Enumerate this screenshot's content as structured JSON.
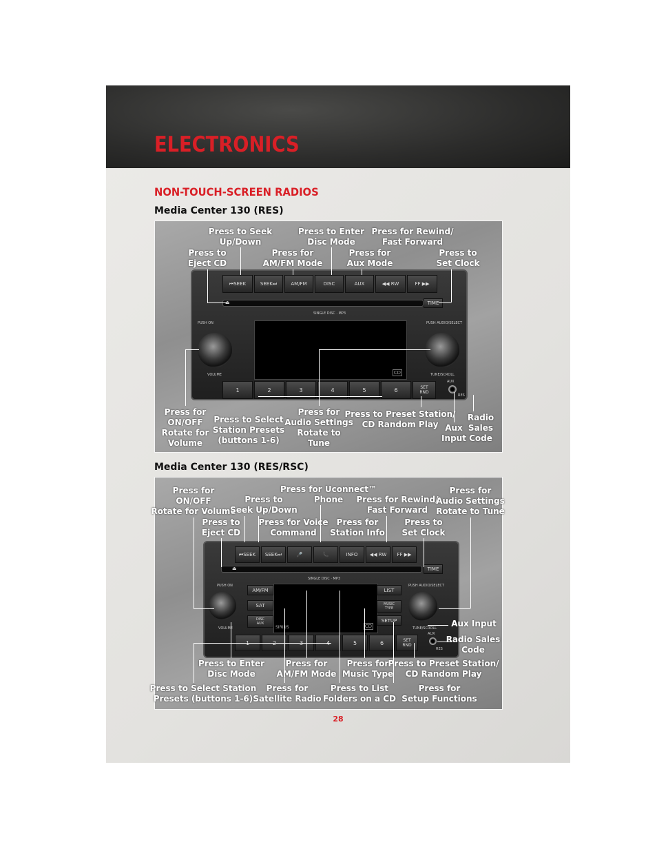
{
  "header": {
    "title": "ELECTRONICS"
  },
  "section_title": "NON-TOUCH-SCREEN RADIOS",
  "radio1": {
    "title": "Media Center 130 (RES)",
    "labels": {
      "seek": "Press to Seek\nUp/Down",
      "disc": "Press to Enter\nDisc Mode",
      "rewind": "Press for Rewind/\nFast Forward",
      "eject": "Press to\nEject CD",
      "amfm": "Press for\nAM/FM Mode",
      "aux_mode": "Press for\nAux Mode",
      "clock": "Press to\nSet Clock",
      "onoff": "Press for\nON/OFF\nRotate for\nVolume",
      "presets": "Press to Select\nStation Presets\n(buttons 1-6)",
      "audio": "Press for\nAudio Settings\nRotate to\nTune",
      "preset_station": "Press to Preset Station/\nCD Random Play",
      "aux_input": "Aux\nInput",
      "sales": "Radio\nSales\nCode"
    },
    "buttons": [
      "⏮SEEK",
      "SEEK⏭",
      "AM/FM",
      "DISC",
      "AUX",
      "◀◀ RW",
      "FF ▶▶"
    ],
    "presets": [
      "1",
      "2",
      "3",
      "4",
      "5",
      "6"
    ],
    "setrnd": "SET\nRND",
    "time": "TIME",
    "single_disc": "SINGLE DISC · MP3",
    "push_on": "PUSH ON",
    "volume": "VOLUME",
    "push_audio": "PUSH AUDIO/SELECT",
    "tune": "TUNE/SCROLL",
    "aux": "AUX",
    "res": "RES"
  },
  "radio2": {
    "title": "Media Center 130 (RES/RSC)",
    "labels": {
      "onoff": "Press for\nON/OFF\nRotate for Volume",
      "seek": "Press to\nSeek Up/Down",
      "uconnect": "Press for Uconnect™\nPhone",
      "rewind": "Press for Rewind/\nFast Forward",
      "audio": "Press for\nAudio Settings\nRotate to Tune",
      "eject": "Press to\nEject CD",
      "voice": "Press for Voice\nCommand",
      "info": "Press for\nStation Info",
      "clock": "Press to\nSet Clock",
      "aux_input": "Aux Input",
      "sales": "Radio Sales\nCode",
      "disc": "Press to Enter\nDisc Mode",
      "amfm": "Press for\nAM/FM Mode",
      "music": "Press for\nMusic Type",
      "preset_station": "Press to Preset Station/\nCD Random Play",
      "presets": "Press to Select Station\nPresets (buttons 1-6)",
      "satellite": "Press for\nSatellite Radio",
      "list": "Press to List\nFolders on a CD",
      "setup": "Press for\nSetup Functions"
    },
    "buttons": [
      "⏮SEEK",
      "SEEK⏭",
      "🎤",
      "📞",
      "INFO",
      "◀◀ RW",
      "FF ▶▶"
    ],
    "left_buttons": [
      "AM/FM",
      "SAT",
      "DISC\nAUX"
    ],
    "right_buttons": [
      "LIST",
      "MUSIC\nTYPE",
      "SETUP"
    ],
    "presets": [
      "1",
      "2",
      "3",
      "4",
      "5",
      "6"
    ],
    "setrnd": "SET\nRND",
    "time": "TIME",
    "single_disc": "SINGLE DISC · MP3",
    "sirius": "SIRIUS",
    "push_on": "PUSH ON",
    "volume": "VOLUME",
    "push_audio": "PUSH AUDIO/SELECT",
    "tune": "TUNE/SCROLL",
    "aux": "AUX",
    "res": "RES"
  },
  "page_number": "28"
}
